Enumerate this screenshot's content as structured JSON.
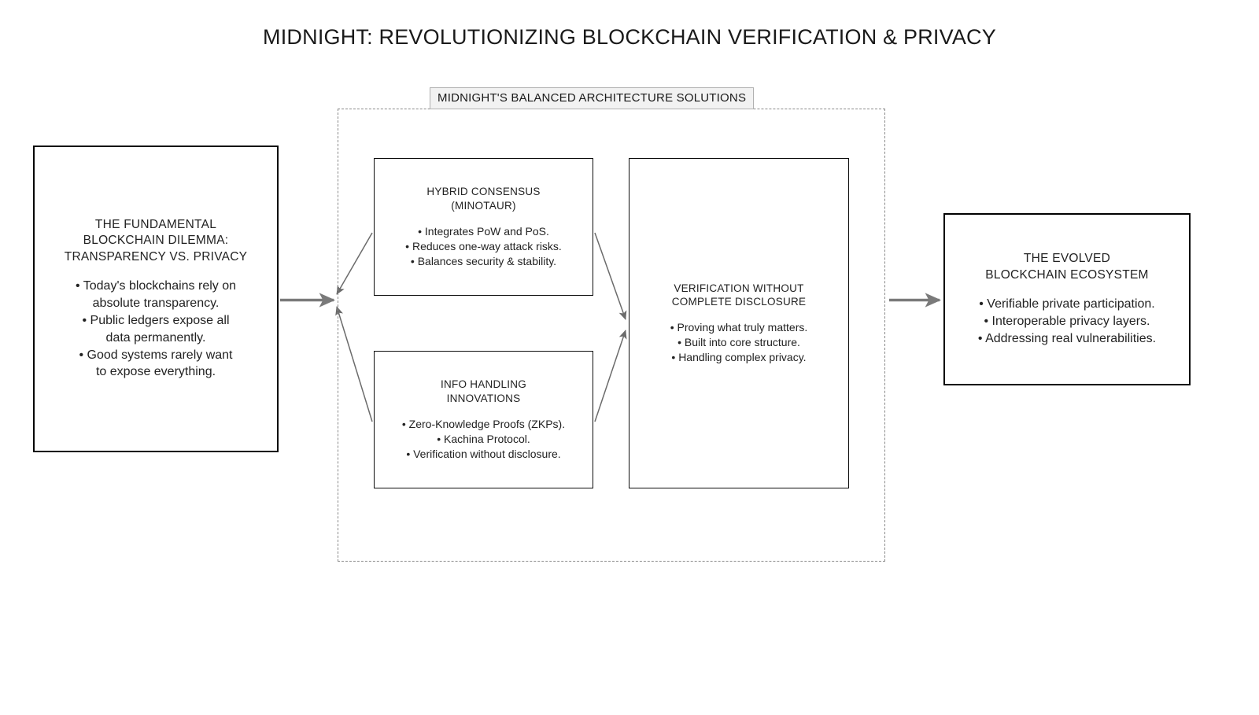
{
  "title": "MIDNIGHT: REVOLUTIONIZING BLOCKCHAIN VERIFICATION & PRIVACY",
  "group": {
    "label": "MIDNIGHT'S BALANCED ARCHITECTURE SOLUTIONS",
    "border_style": "dashed",
    "border_color": "#8a8a8a",
    "label_background": "#f2f2f2"
  },
  "colors": {
    "text": "#222222",
    "box_border": "#000000",
    "arrow": "#7a7a7a",
    "arrow_thin": "#6b6b6b",
    "background": "#ffffff"
  },
  "boxes": [
    {
      "id": "dilemma",
      "heading": "THE FUNDAMENTAL\nBLOCKCHAIN DILEMMA:\nTRANSPARENCY VS. PRIVACY",
      "bullets": [
        "• Today's blockchains rely on",
        "absolute transparency.",
        "• Public ledgers expose all",
        "data permanently.",
        "• Good systems rarely want",
        "to expose everything."
      ]
    },
    {
      "id": "hybrid",
      "heading": "HYBRID CONSENSUS\n(MINOTAUR)",
      "bullets": [
        "• Integrates PoW and PoS.",
        "• Reduces one-way attack risks.",
        "• Balances security & stability."
      ]
    },
    {
      "id": "info",
      "heading": "INFO HANDLING\nINNOVATIONS",
      "bullets": [
        "• Zero-Knowledge Proofs (ZKPs).",
        "• Kachina Protocol.",
        "• Verification without disclosure."
      ]
    },
    {
      "id": "verification",
      "heading": "VERIFICATION WITHOUT\nCOMPLETE DISCLOSURE",
      "bullets": [
        "• Proving what truly matters.",
        "• Built into core structure.",
        "• Handling complex privacy."
      ]
    },
    {
      "id": "evolved",
      "heading": "THE EVOLVED\nBLOCKCHAIN ECOSYSTEM",
      "bullets": [
        "• Verifiable private participation.",
        "• Interoperable privacy layers.",
        "• Addressing real vulnerabilities."
      ]
    }
  ],
  "connectors": [
    {
      "id": "dilemma-to-group",
      "from": "dilemma",
      "to": "architecture-group",
      "style": "solid-thick-arrow"
    },
    {
      "id": "hybrid-to-junction",
      "from": "hybrid",
      "to": "input-junction",
      "style": "solid-thin-arrow"
    },
    {
      "id": "info-to-junction",
      "from": "info",
      "to": "input-junction",
      "style": "solid-thin-arrow"
    },
    {
      "id": "hybrid-to-verification",
      "from": "hybrid",
      "to": "verification",
      "style": "solid-thin-arrow"
    },
    {
      "id": "info-to-verification",
      "from": "info",
      "to": "verification",
      "style": "solid-thin-arrow"
    },
    {
      "id": "group-to-evolved",
      "from": "architecture-group",
      "to": "evolved",
      "style": "solid-thick-arrow"
    }
  ]
}
